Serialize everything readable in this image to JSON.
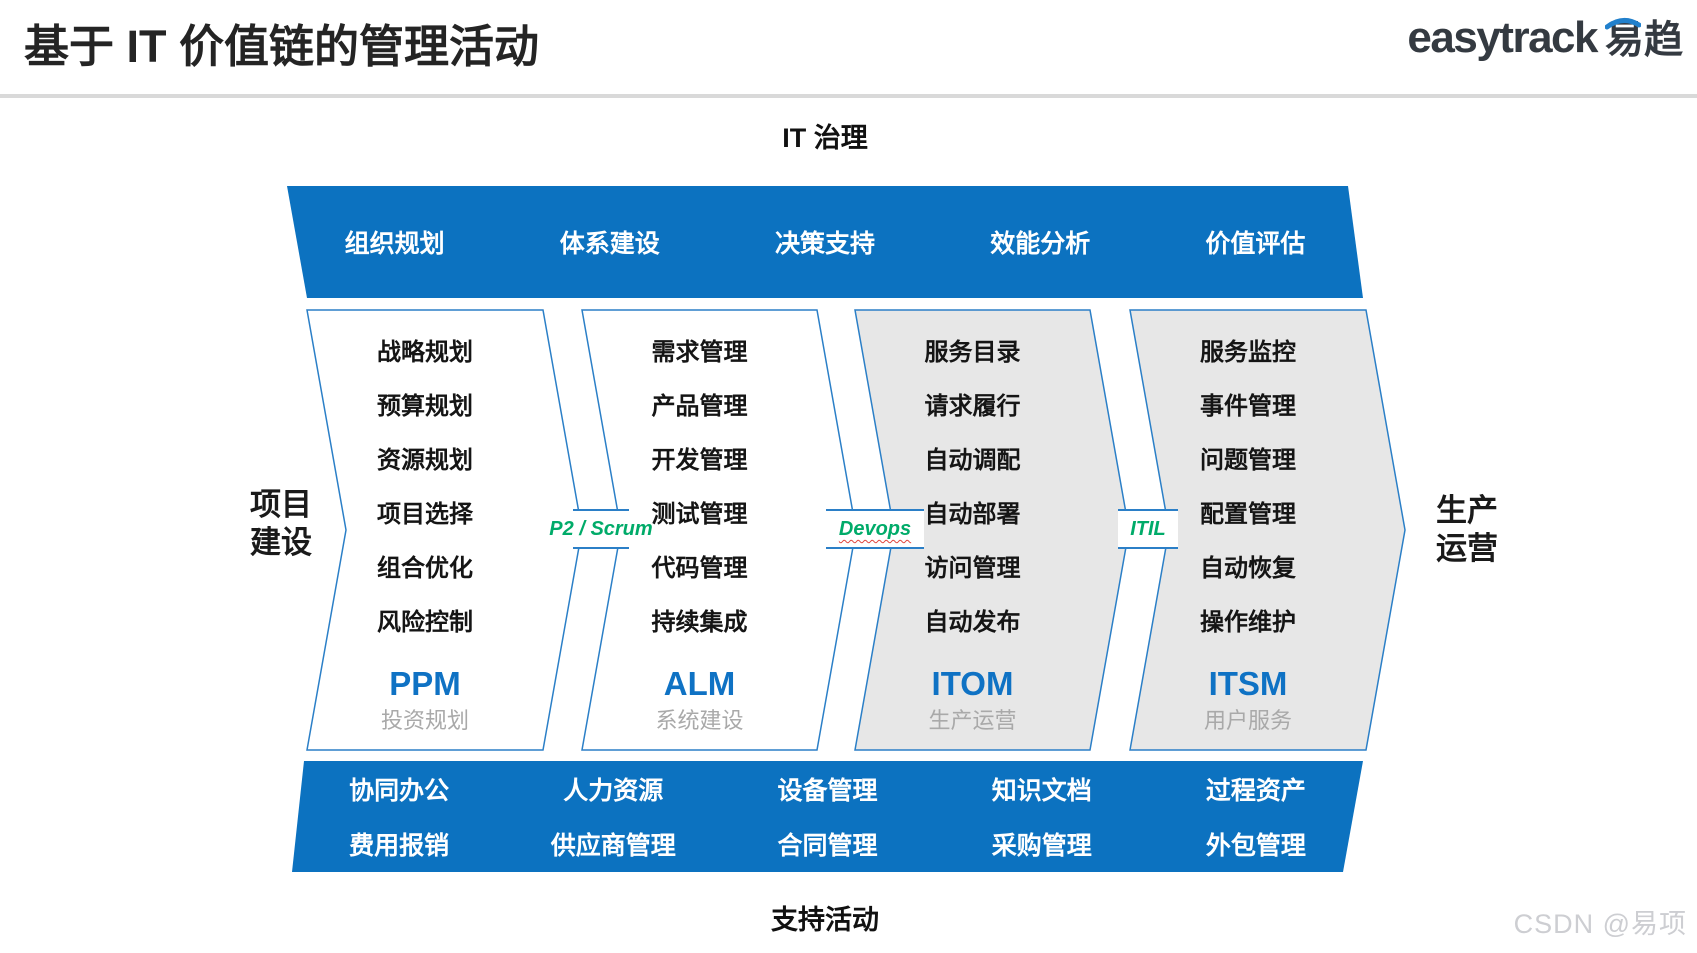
{
  "page": {
    "title": "基于 IT 价值链的管理活动",
    "watermark": "CSDN @易项"
  },
  "logo": {
    "latin": "easytrack",
    "cjk": "易趋"
  },
  "governance": {
    "label": "IT 治理",
    "band_items": [
      "组织规划",
      "体系建设",
      "决策支持",
      "效能分析",
      "价值评估"
    ]
  },
  "support": {
    "label": "支持活动",
    "rows": [
      [
        "协同办公",
        "人力资源",
        "设备管理",
        "知识文档",
        "过程资产"
      ],
      [
        "费用报销",
        "供应商管理",
        "合同管理",
        "采购管理",
        "外包管理"
      ]
    ]
  },
  "side_labels": {
    "left": [
      "项目",
      "建设"
    ],
    "right": [
      "生产",
      "运营"
    ]
  },
  "columns": [
    {
      "acronym": "PPM",
      "subtitle": "投资规划",
      "items": [
        "战略规划",
        "预算规划",
        "资源规划",
        "项目选择",
        "组合优化",
        "风险控制"
      ]
    },
    {
      "acronym": "ALM",
      "subtitle": "系统建设",
      "items": [
        "需求管理",
        "产品管理",
        "开发管理",
        "测试管理",
        "代码管理",
        "持续集成"
      ]
    },
    {
      "acronym": "ITOM",
      "subtitle": "生产运营",
      "items": [
        "服务目录",
        "请求履行",
        "自动调配",
        "自动部署",
        "访问管理",
        "自动发布"
      ]
    },
    {
      "acronym": "ITSM",
      "subtitle": "用户服务",
      "items": [
        "服务监控",
        "事件管理",
        "问题管理",
        "配置管理",
        "自动恢复",
        "操作维护"
      ]
    }
  ],
  "connectors": [
    {
      "label": "P2 / Scrum"
    },
    {
      "label": "Devops"
    },
    {
      "label": "ITIL"
    }
  ],
  "colors": {
    "band_blue": "#0c72c0",
    "column_stroke_blue": "#2b7fc7",
    "acronym_blue": "#0f72c4",
    "gray_fill": "#e7e7e7",
    "connector_green": "#00ab69",
    "misspell_red": "#e0443c",
    "subtitle_gray": "#a9a9a9",
    "watermark_gray": "#cdced2"
  }
}
